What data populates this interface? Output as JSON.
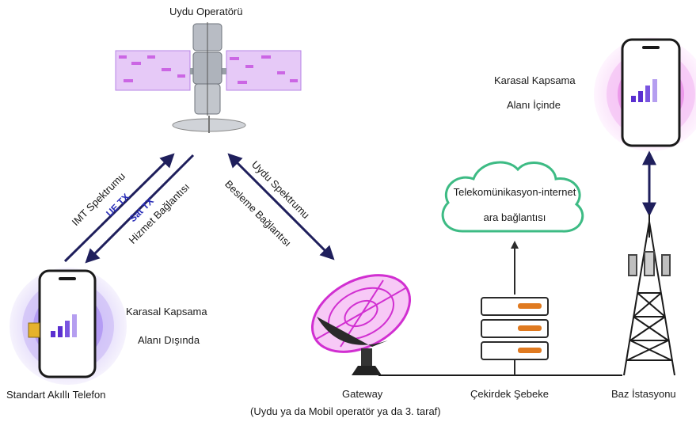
{
  "satellite": {
    "label": "Uydu Operatörü"
  },
  "left_link": {
    "imt_label": "IMT Spektrumu",
    "ue_tx": "UE TX",
    "sat_tx": "Sat TX",
    "service_label": "Hizmet Bağlantısı"
  },
  "right_link": {
    "sat_spectrum_label": "Uydu Spektrumu",
    "feeder_label": "Besleme Bağlantısı"
  },
  "phone_left": {
    "coverage_line1": "Karasal Kapsama",
    "coverage_line2": "Alanı Dışında",
    "caption": "Standart Akıllı Telefon"
  },
  "phone_right": {
    "coverage_line1": "Karasal Kapsama",
    "coverage_line2": "Alanı İçinde"
  },
  "cloud": {
    "line1": "Telekomünikasyon-internet",
    "line2": "ara bağlantısı"
  },
  "ground": {
    "gateway": "Gateway",
    "core": "Çekirdek Şebeke",
    "base_station": "Baz İstasyonu",
    "footnote": "(Uydu ya da Mobil operatör ya da 3. taraf)"
  },
  "colors": {
    "arrow": "#1f1f5c",
    "accent": "#d12fd1",
    "bars": "#5a2fd0",
    "cloud": "#3dbb84",
    "server_led": "#e07a20"
  }
}
